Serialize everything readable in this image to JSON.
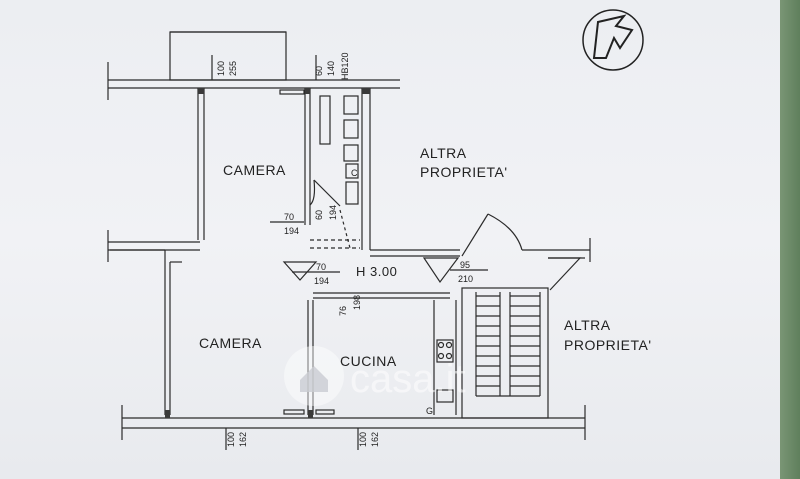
{
  "rooms": {
    "camera_top": "CAMERA",
    "camera_bottom": "CAMERA",
    "cucina": "CUCINA",
    "altra_1_line1": "ALTRA",
    "altra_1_line2": "PROPRIETA'",
    "altra_2_line1": "ALTRA",
    "altra_2_line2": "PROPRIETA'"
  },
  "height_label": "H 3.00",
  "dimensions": {
    "top_w1": "100",
    "top_h1": "255",
    "top_w2": "60",
    "top_h2": "140",
    "top_hb": "HB120",
    "door1_w": "70",
    "door1_h": "194",
    "door1_side": "60",
    "door1_side2": "194",
    "door2_w": "70",
    "door2_h": "194",
    "door3_a": "76",
    "door3_b": "198",
    "door4_w": "95",
    "door4_h": "210",
    "bot_w1": "100",
    "bot_h1": "162",
    "bot_w2": "100",
    "bot_h2": "162"
  },
  "fixtures": {
    "c_mark": "C",
    "g_mark": "G"
  },
  "watermark": "casa.it",
  "colors": {
    "ink": "#2b2b2b",
    "paper": "#eef0f3",
    "backdrop": "#6f8a6c"
  }
}
